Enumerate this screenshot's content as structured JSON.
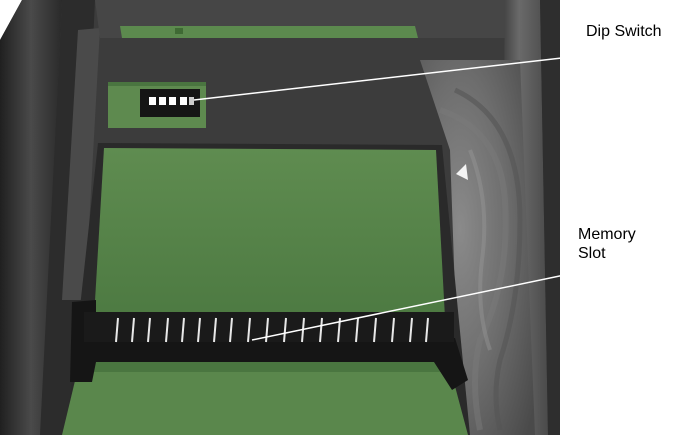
{
  "callouts": {
    "dip_switch": {
      "label": "Dip Switch"
    },
    "memory_slot": {
      "line1": "Memory",
      "line2": "Slot"
    }
  },
  "colors": {
    "background": "#ffffff",
    "housing_dark": "#3c3c3c",
    "housing_mid": "#585858",
    "housing_light": "#8a8a8a",
    "pcb_green": "#5e8a4f",
    "pcb_green_dark": "#3f6a34",
    "slot_black": "#151515",
    "switch_white": "#ffffff",
    "leader_line": "#ffffff"
  },
  "icons": {
    "dip_switch": "dip-switch-icon",
    "memory_slot": "memory-slot-connector",
    "indicator": "triangle-indicator-icon"
  }
}
